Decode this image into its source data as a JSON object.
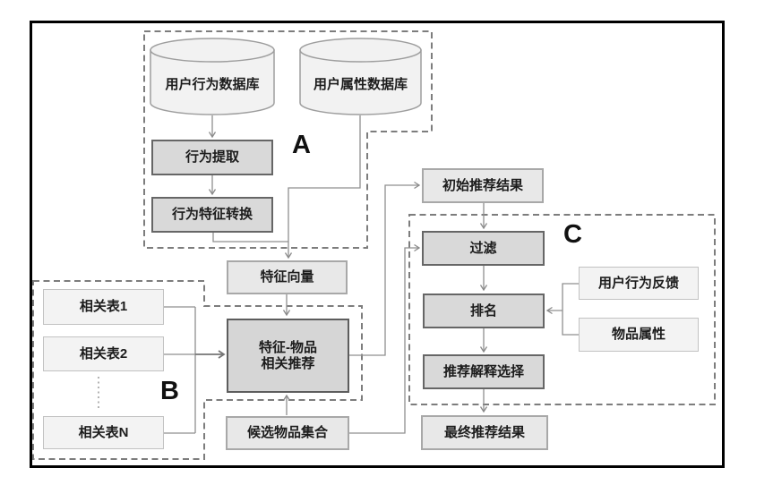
{
  "diagram": {
    "groups": {
      "a": "A",
      "b": "B",
      "c": "C"
    },
    "nodes": {
      "user_behavior_db": "用户行为数据库",
      "user_attribute_db": "用户属性数据库",
      "behavior_extract": "行为提取",
      "behavior_feature_convert": "行为特征转换",
      "feature_vector": "特征向量",
      "related_table_1": "相关表1",
      "related_table_2": "相关表2",
      "related_table_n": "相关表N",
      "feature_item_rec_line1": "特征-物品",
      "feature_item_rec_line2": "相关推荐",
      "candidate_item_set": "候选物品集合",
      "initial_rec_results": "初始推荐结果",
      "filter": "过滤",
      "ranking": "排名",
      "rec_explanation_select": "推荐解释选择",
      "final_rec_results": "最终推荐结果",
      "user_behavior_feedback": "用户行为反馈",
      "item_attributes": "物品属性"
    },
    "colors": {
      "frame_border": "#000000",
      "dashed_outline": "#7d7d7d",
      "connector": "#8f8f8f",
      "connector_strong": "#757575",
      "cylinder_fill": "#f2f2f2",
      "node_faint_fill": "#f3f3f3",
      "node_light_fill": "#e8e8e8",
      "node_medium_fill": "#d9d9d9",
      "node_core_fill": "#d6d6d6",
      "text": "#1c1c1c"
    }
  }
}
